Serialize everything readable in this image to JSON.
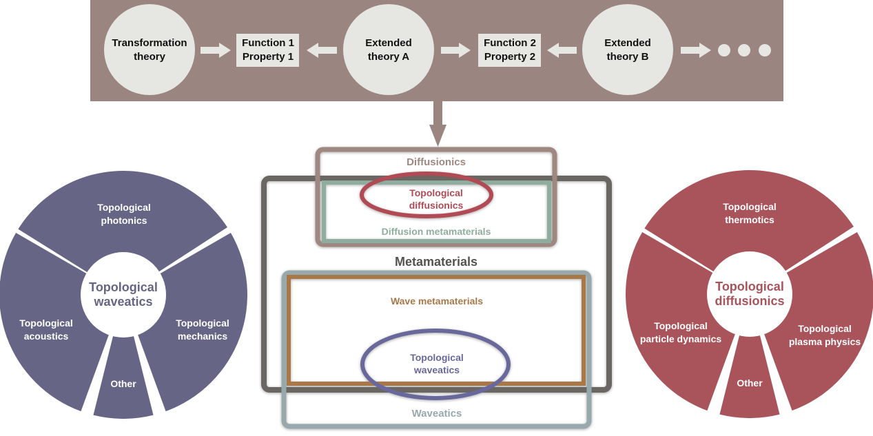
{
  "colors": {
    "banner": "#9a8580",
    "node_fill": "#e6e6e2",
    "wave": "#666585",
    "diffusion": "#a9535b",
    "metamaterials_border": "#6b6662",
    "diffusionics_border": "#a08882",
    "diffusion_meta_border": "#8fad9e",
    "wave_meta_border": "#a9784a",
    "waveatics_border": "#98a9ad",
    "topo_diff_ellipse": "#b04b55",
    "topo_wave_ellipse": "#69679a"
  },
  "flow": {
    "nodes": [
      {
        "type": "circle",
        "line1": "Transformation",
        "line2": "theory"
      },
      {
        "type": "box",
        "line1": "Function 1",
        "line2": "Property 1"
      },
      {
        "type": "circle",
        "line1": "Extended",
        "line2": "theory A"
      },
      {
        "type": "box",
        "line1": "Function 2",
        "line2": "Property 2"
      },
      {
        "type": "circle",
        "line1": "Extended",
        "line2": "theory B"
      }
    ],
    "arrows": [
      "right",
      "left",
      "right",
      "left",
      "right"
    ],
    "continuation": "ellipsis-dots"
  },
  "venn": {
    "diffusionics": "Diffusionics",
    "topological_diffusionics": [
      "Topological",
      "diffusionics"
    ],
    "diffusion_metamaterials": "Diffusion metamaterials",
    "metamaterials": "Metamaterials",
    "wave_metamaterials": "Wave metamaterials",
    "topological_waveatics": [
      "Topological",
      "waveatics"
    ],
    "waveatics": "Waveatics"
  },
  "wheels": {
    "left": {
      "center": [
        "Topological",
        "waveatics"
      ],
      "segments": [
        {
          "name": "photonics",
          "label": [
            "Topological",
            "photonics"
          ]
        },
        {
          "name": "mechanics",
          "label": [
            "Topological",
            "mechanics"
          ]
        },
        {
          "name": "other",
          "label": [
            "Other"
          ]
        },
        {
          "name": "acoustics",
          "label": [
            "Topological",
            "acoustics"
          ]
        }
      ]
    },
    "right": {
      "center": [
        "Topological",
        "diffusionics"
      ],
      "segments": [
        {
          "name": "thermotics",
          "label": [
            "Topological",
            "thermotics"
          ]
        },
        {
          "name": "plasma-physics",
          "label": [
            "Topological",
            "plasma physics"
          ]
        },
        {
          "name": "other",
          "label": [
            "Other"
          ]
        },
        {
          "name": "particle-dynamics",
          "label": [
            "Topological",
            "particle dynamics"
          ]
        }
      ]
    }
  }
}
